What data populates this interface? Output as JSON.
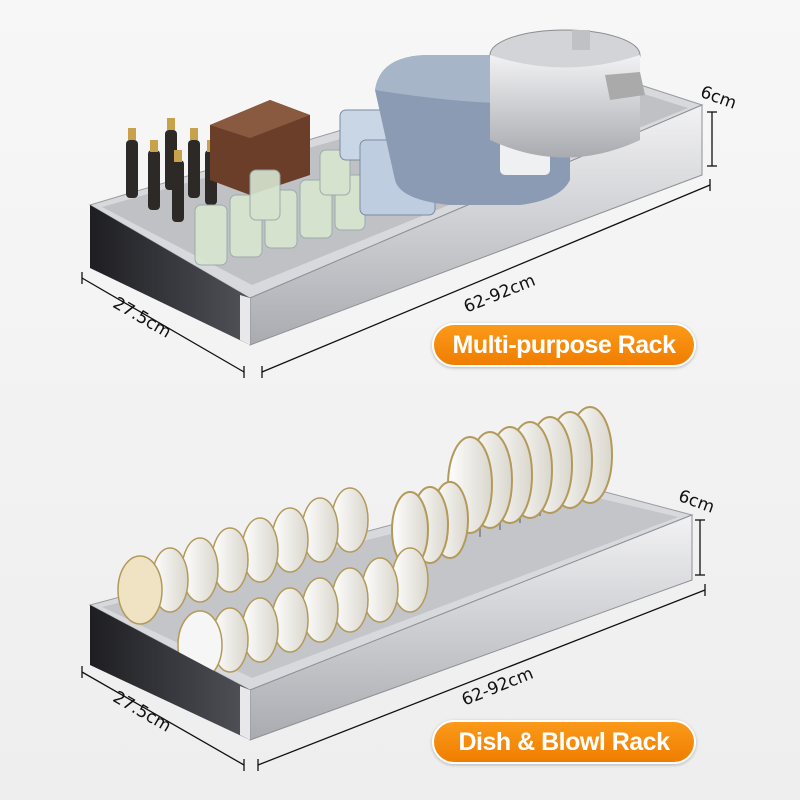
{
  "racks": [
    {
      "name": "Multi-purpose Rack",
      "height_label": "6cm",
      "length_label": "62-92cm",
      "depth_label": "27.5cm"
    },
    {
      "name": "Dish & Blowl Rack",
      "height_label": "6cm",
      "length_label": "62-92cm",
      "depth_label": "27.5cm"
    }
  ],
  "colors": {
    "accent": "#f58a0b",
    "steel": "#c9c9cc",
    "dark": "#2a2a2e"
  }
}
